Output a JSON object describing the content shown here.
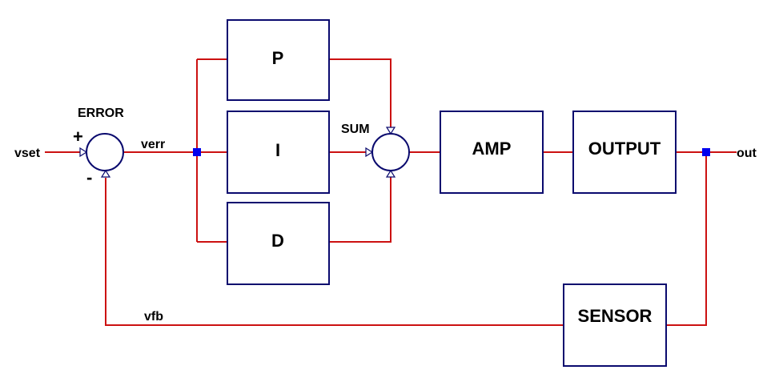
{
  "blocks": {
    "p": "P",
    "i": "I",
    "d": "D",
    "amp": "AMP",
    "output": "OUTPUT",
    "sensor": "SENSOR"
  },
  "summers": {
    "error": {
      "label": "ERROR",
      "plus": "+",
      "minus": "-"
    },
    "sum": {
      "label": "SUM"
    }
  },
  "nets": {
    "input": "vset",
    "error": "verr",
    "output": "out",
    "feedback": "vfb"
  },
  "colors": {
    "wire": "#cc1111",
    "block_border": "#0a0a6e",
    "junction": "#0000ee"
  }
}
